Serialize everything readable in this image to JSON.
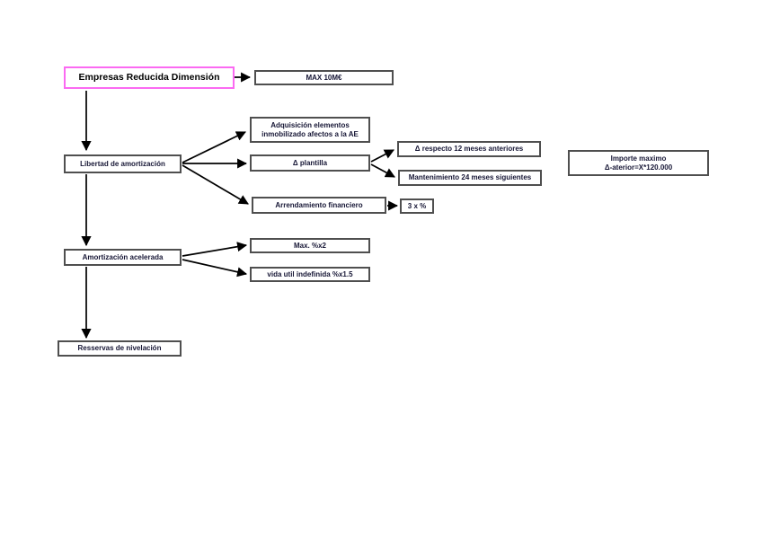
{
  "diagram": {
    "nodes": {
      "root": "Empresas Reducida Dimensión",
      "max10": "MAX 10M€",
      "libertad": "Libertad de amortización",
      "adquisicion": "Adquisición elementos inmobilizado afectos a la AE",
      "plantilla": "Δ plantilla",
      "respecto": "Δ respecto 12 meses anteriores",
      "mantenimiento": "Mantenimiento 24 meses siguientes",
      "arrendamiento": "Arrendamiento financiero",
      "tres": "3 x %",
      "importe_line1": "Importe maximo",
      "importe_line2": "Δ-aterior=X*120.000",
      "acelerada": "Amortización acelerada",
      "maxx2": "Max. %x2",
      "vida": "vida util indefinida %x1.5",
      "reservas": "Resservas de nivelación"
    },
    "edges": [
      {
        "from": "root",
        "to": "max10"
      },
      {
        "from": "root",
        "to": "libertad"
      },
      {
        "from": "libertad",
        "to": "adquisicion"
      },
      {
        "from": "libertad",
        "to": "plantilla"
      },
      {
        "from": "libertad",
        "to": "arrendamiento"
      },
      {
        "from": "plantilla",
        "to": "respecto"
      },
      {
        "from": "plantilla",
        "to": "mantenimiento"
      },
      {
        "from": "arrendamiento",
        "to": "tres"
      },
      {
        "from": "libertad",
        "to": "acelerada"
      },
      {
        "from": "acelerada",
        "to": "maxx2"
      },
      {
        "from": "acelerada",
        "to": "vida"
      },
      {
        "from": "acelerada",
        "to": "reservas"
      }
    ],
    "colors": {
      "highlight_border": "#fb6af2",
      "box_border": "#4f4f4f",
      "text": "#161635",
      "arrow": "#000000",
      "background": "#ffffff"
    }
  }
}
